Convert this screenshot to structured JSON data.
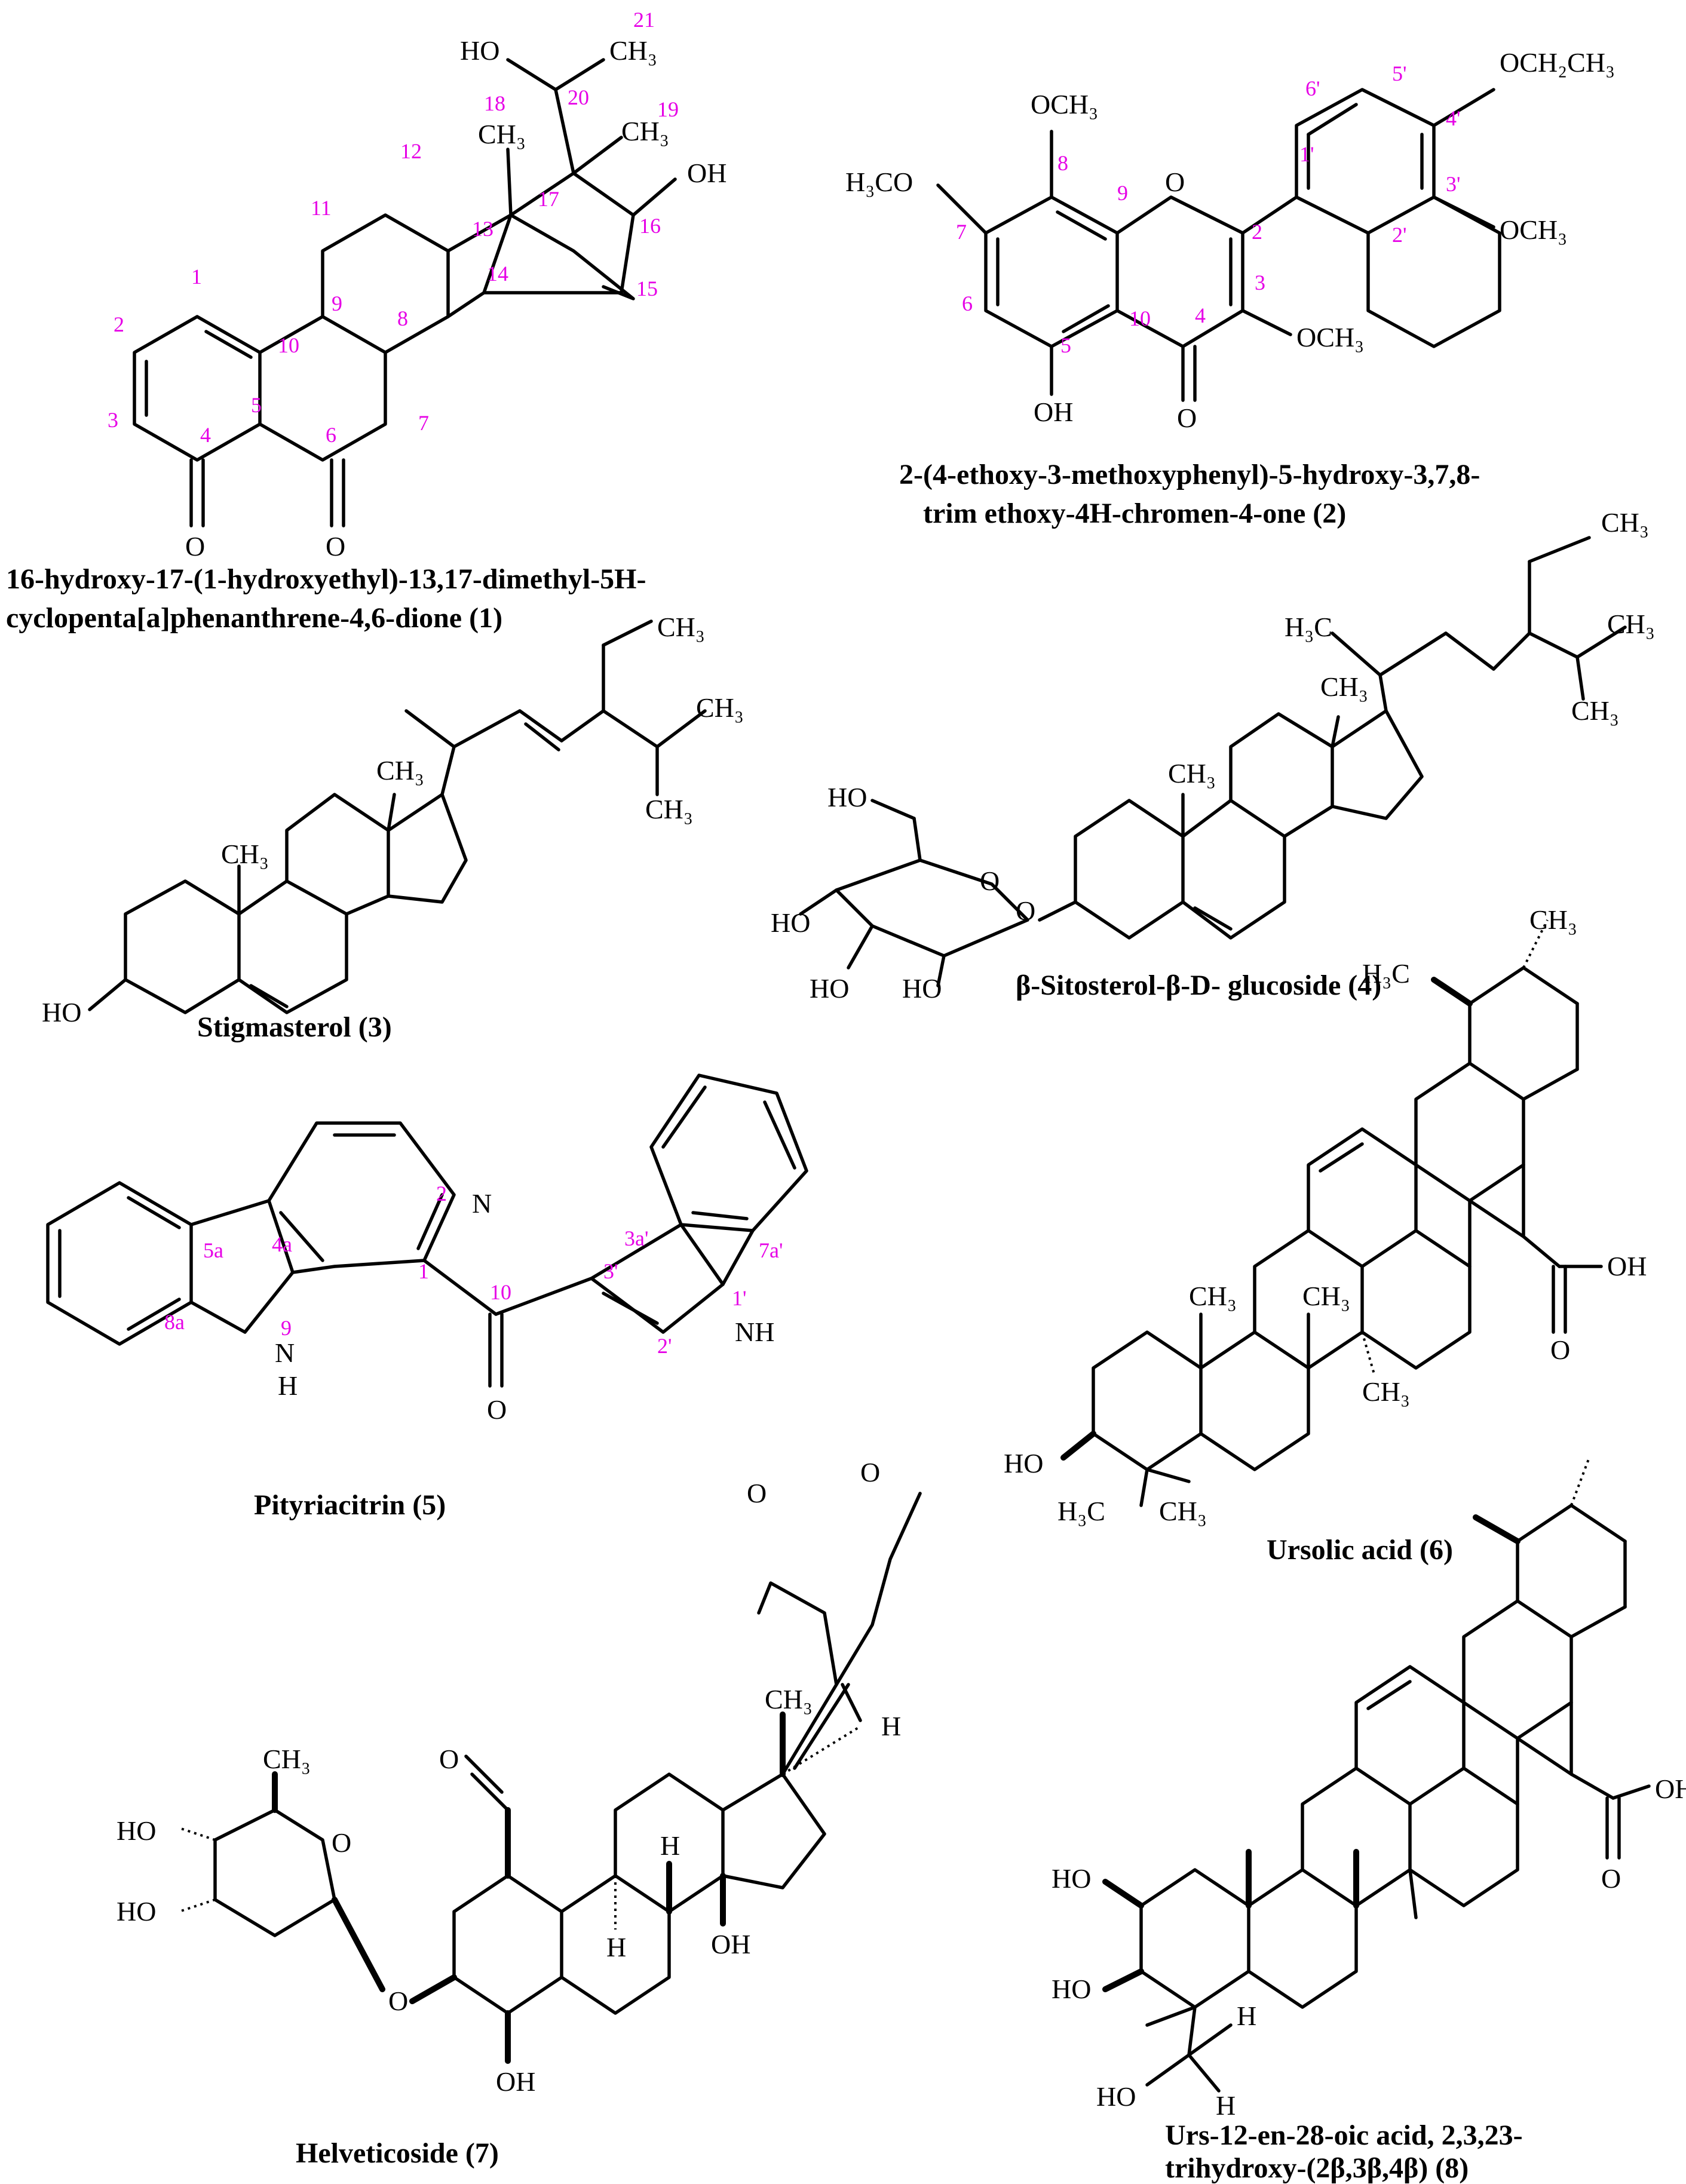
{
  "colors": {
    "bonds": "#000000",
    "locants": "#e600e6",
    "background": "#ffffff"
  },
  "compounds": [
    {
      "id": "1",
      "caption_lines": [
        "16-hydroxy-17-(1-hydroxyethyl)-13,17-dimethyl-5H-",
        "cyclopenta[a]phenanthrene-4,6-dione  (1)"
      ]
    },
    {
      "id": "2",
      "caption_lines": [
        "2-(4-ethoxy-3-methoxyphenyl)-5-hydroxy-3,7,8-",
        "trim ethoxy-4H-chromen-4-one  (2)"
      ]
    },
    {
      "id": "3",
      "caption": "Stigmasterol (3)"
    },
    {
      "id": "4",
      "caption": "β-Sitosterol-β-D- glucoside (4)"
    },
    {
      "id": "5",
      "caption": "Pityriacitrin (5)"
    },
    {
      "id": "6",
      "caption": "Ursolic acid (6)"
    },
    {
      "id": "7",
      "caption": "Helveticoside (7)"
    },
    {
      "id": "8",
      "caption_lines": [
        "Urs-12-en-28-oic acid, 2,3,23-",
        "trihydroxy-(2β,3β,4β) (8)"
      ]
    }
  ],
  "labels": {
    "c1": [
      "HO",
      "CH₃",
      "CH₃",
      "CH₃",
      "OH",
      "O",
      "O"
    ],
    "c1_locants": [
      "1",
      "2",
      "3",
      "4",
      "5",
      "6",
      "7",
      "8",
      "9",
      "10",
      "11",
      "12",
      "13",
      "14",
      "15",
      "16",
      "17",
      "18",
      "19",
      "20",
      "21"
    ],
    "c2": [
      "OCH₃",
      "H₃CO",
      "OCH₂CH₃",
      "OCH₃",
      "OCH₃",
      "O",
      "OH",
      "O"
    ],
    "c2_locants": [
      "1'",
      "2'",
      "3'",
      "4'",
      "5'",
      "6'",
      "2",
      "3",
      "4",
      "5",
      "6",
      "7",
      "8",
      "9",
      "10"
    ],
    "c3": [
      "CH₃",
      "CH₃",
      "CH₃",
      "CH₃",
      "CH₃",
      "HO"
    ],
    "c4": [
      "CH₃",
      "H₃C",
      "CH₃",
      "CH₃",
      "CH₃",
      "CH₃",
      "HO",
      "HO",
      "HO",
      "HO",
      "O",
      "O"
    ],
    "c5": [
      "N",
      "N",
      "H",
      "NH",
      "O"
    ],
    "c5_locants": [
      "1",
      "2",
      "4a",
      "5a",
      "8a",
      "9",
      "10",
      "1'",
      "2'",
      "3'",
      "3a'",
      "7a'"
    ],
    "c6": [
      "CH₃",
      "H₃C",
      "CH₃",
      "CH₃",
      "CH₃",
      "OH",
      "O",
      "HO",
      "H₃C",
      "CH₃"
    ],
    "c7": [
      "O",
      "O",
      "CH₃",
      "H",
      "H",
      "H",
      "OH",
      "O",
      "CH₃",
      "HO",
      "HO",
      "O",
      "O",
      "OH"
    ],
    "c8": [
      "OH",
      "O",
      "HO",
      "HO",
      "H",
      "H",
      "HO"
    ]
  }
}
